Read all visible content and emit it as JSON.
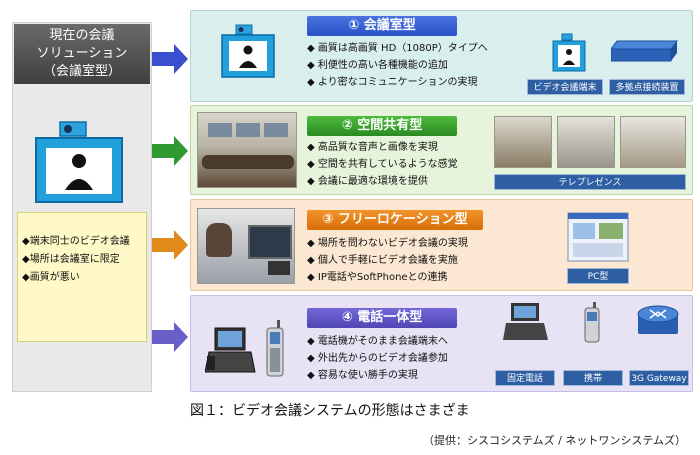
{
  "left": {
    "title_lines": [
      "現在の会議",
      "ソリューション",
      "（会議室型）"
    ],
    "bullets": [
      "◆端末同士のビデオ会議",
      "◆場所は会議室に限定",
      "◆画質が悪い"
    ]
  },
  "panels": [
    {
      "title": "① 会議室型",
      "bullets": [
        "◆ 画質は高画質 HD（1080P）タイプへ",
        "◆ 利便性の高い各種機能の追加",
        "◆ より密なコミュニケーションの実現"
      ],
      "tags": [
        "ビデオ会議端末",
        "多拠点接続装置"
      ]
    },
    {
      "title": "② 空間共有型",
      "bullets": [
        "◆ 高品質な音声と画像を実現",
        "◆ 空間を共有しているような感覚",
        "◆ 会議に最適な環境を提供"
      ],
      "tags": [
        "テレプレゼンス"
      ]
    },
    {
      "title": "③ フリーロケーション型",
      "bullets": [
        "◆ 場所を問わないビデオ会議の実現",
        "◆ 個人で手軽にビデオ会議を実施",
        "◆ IP電話やSoftPhoneとの連携"
      ],
      "tags": [
        "PC型"
      ]
    },
    {
      "title": "④ 電話一体型",
      "bullets": [
        "◆ 電話機がそのまま会議端末へ",
        "◆ 外出先からのビデオ会議参加",
        "◆ 容易な使い勝手の実現"
      ],
      "tags": [
        "固定電話",
        "携帯",
        "3G Gateway"
      ]
    }
  ],
  "caption": "図１：ビデオ会議システムの形態はさまざま",
  "credit": "（提供：シスコシステムズ / ネットワンシステムズ）",
  "colors": {
    "arrow1": "#3a4fd0",
    "arrow2": "#2f9a2f",
    "arrow3": "#e08a1c",
    "arrow4": "#6a5fc9",
    "head1": "#2a52c8",
    "head2": "#2f9a2f",
    "head3": "#e07a10",
    "head4": "#5a52c0"
  }
}
